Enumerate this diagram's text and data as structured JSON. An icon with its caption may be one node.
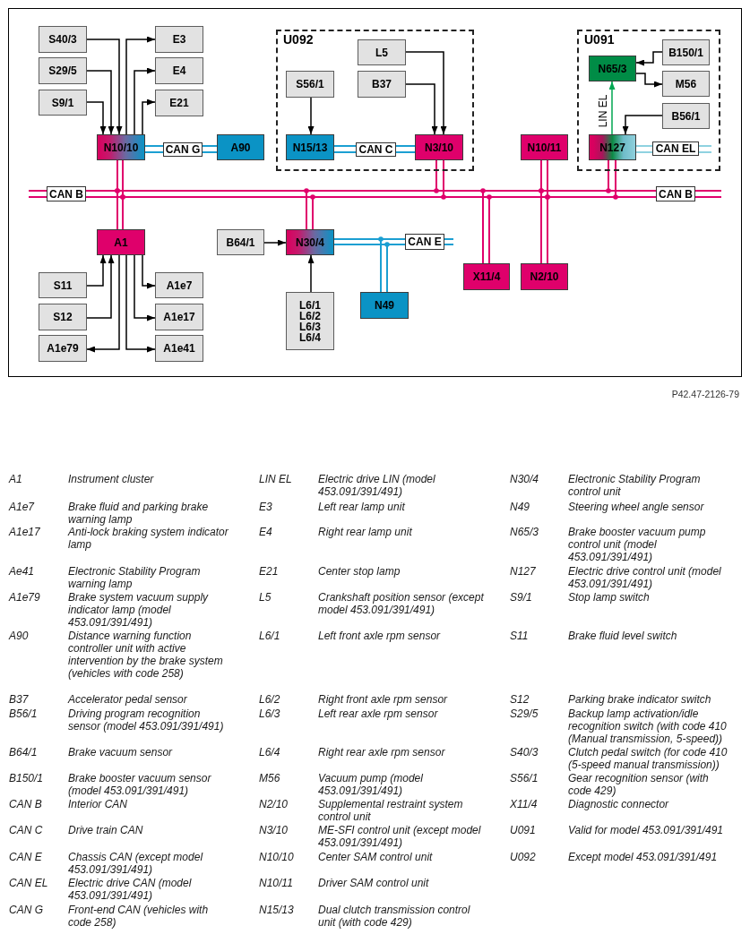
{
  "diagram": {
    "nodes": [
      {
        "text": [
          "S40/3"
        ]
      },
      {
        "text": [
          "E3"
        ]
      },
      {
        "text": [
          "U092"
        ]
      },
      {
        "text": [
          "U091"
        ]
      },
      {
        "text": [
          "L5"
        ],
        "in": 2
      },
      {
        "text": [
          "B150/1"
        ],
        "in": 3
      },
      {
        "text": [
          "N65/3"
        ],
        "in": 3
      },
      {
        "text": [
          "S29/5"
        ]
      },
      {
        "text": [
          "E4"
        ]
      },
      {
        "text": [
          "S56/1"
        ],
        "in": 2
      },
      {
        "text": [
          "B37"
        ],
        "in": 2
      },
      {
        "text": [
          "M56"
        ],
        "in": 3
      },
      {
        "text": [
          "S9/1"
        ]
      },
      {
        "text": [
          "E21"
        ]
      },
      {
        "text": [
          "B56/1"
        ],
        "in": 3
      },
      {
        "text": [
          "N10/10"
        ]
      },
      {
        "text": [
          "CAN G"
        ]
      },
      {
        "text": [
          "A90"
        ]
      },
      {
        "text": [
          "N15/13"
        ],
        "in": 2
      },
      {
        "text": [
          "CAN C"
        ],
        "in": 2
      },
      {
        "text": [
          "N3/10"
        ],
        "in": 2
      },
      {
        "text": [
          "N10/11"
        ]
      },
      {
        "text": [
          "N127"
        ],
        "in": 3
      },
      {
        "text": [
          "CAN EL"
        ],
        "in": 3
      },
      {
        "text": [
          "CAN B",
          "CAN B"
        ]
      },
      {
        "text": [
          "A1"
        ]
      },
      {
        "text": [
          "B64/1"
        ]
      },
      {
        "text": [
          "N30/4"
        ]
      },
      {
        "text": [
          "CAN E"
        ]
      },
      {
        "text": [
          "X11/4"
        ]
      },
      {
        "text": [
          "N2/10"
        ]
      },
      {
        "text": [
          "S11"
        ]
      },
      {
        "text": [
          "A1e7"
        ]
      },
      {
        "text": [
          "L6/1",
          "L6/2",
          "L6/3",
          "L6/4"
        ]
      },
      {
        "text": [
          "N49"
        ]
      },
      {
        "text": [
          "S12"
        ]
      },
      {
        "text": [
          "A1e17"
        ]
      },
      {
        "text": [
          "A1e79"
        ]
      },
      {
        "text": [
          "A1e41"
        ]
      }
    ],
    "edges": [
      {
        "from": 0,
        "to": 15,
        "arrow": "to"
      },
      {
        "from": 7,
        "to": 15,
        "arrow": "to"
      },
      {
        "from": 12,
        "to": 15,
        "arrow": "to"
      },
      {
        "from": 15,
        "to": 1,
        "arrow": "to"
      },
      {
        "from": 15,
        "to": 8,
        "arrow": "to"
      },
      {
        "from": 15,
        "to": 13,
        "arrow": "to"
      },
      {
        "from": 15,
        "to": 16,
        "arrow": "none",
        "color": "#1b9fd2"
      },
      {
        "from": 16,
        "to": 17,
        "arrow": "none",
        "color": "#1b9fd2"
      },
      {
        "from": 9,
        "to": 18,
        "arrow": "to"
      },
      {
        "from": 18,
        "to": 19,
        "arrow": "none",
        "color": "#1b9fd2"
      },
      {
        "from": 19,
        "to": 20,
        "arrow": "none",
        "color": "#1b9fd2"
      },
      {
        "from": 4,
        "to": 20,
        "arrow": "to"
      },
      {
        "from": 10,
        "to": 20,
        "arrow": "to"
      },
      {
        "from": 5,
        "to": 6,
        "arrow": "to"
      },
      {
        "from": 6,
        "to": 11,
        "arrow": "to"
      },
      {
        "from": 14,
        "to": 22,
        "arrow": "to"
      },
      {
        "from": 22,
        "to": 6,
        "arrow": "to",
        "label": "LIN EL",
        "color": "#00a651"
      },
      {
        "from": 22,
        "to": 23,
        "arrow": "none",
        "color": "#8fd2e0"
      },
      {
        "from": 15,
        "to": 24,
        "arrow": "none",
        "color": "#e0006c"
      },
      {
        "from": 20,
        "to": 24,
        "arrow": "none",
        "color": "#e0006c"
      },
      {
        "from": 21,
        "to": 24,
        "arrow": "none",
        "color": "#e0006c"
      },
      {
        "from": 22,
        "to": 24,
        "arrow": "none",
        "color": "#e0006c"
      },
      {
        "from": 25,
        "to": 24,
        "arrow": "none",
        "color": "#e0006c"
      },
      {
        "from": 27,
        "to": 24,
        "arrow": "none",
        "color": "#e0006c"
      },
      {
        "from": 29,
        "to": 24,
        "arrow": "none",
        "color": "#e0006c"
      },
      {
        "from": 30,
        "to": 24,
        "arrow": "none",
        "color": "#e0006c"
      },
      {
        "from": 31,
        "to": 25,
        "arrow": "to"
      },
      {
        "from": 35,
        "to": 25,
        "arrow": "to"
      },
      {
        "from": 25,
        "to": 32,
        "arrow": "to"
      },
      {
        "from": 25,
        "to": 36,
        "arrow": "to"
      },
      {
        "from": 25,
        "to": 37,
        "arrow": "to"
      },
      {
        "from": 25,
        "to": 38,
        "arrow": "to"
      },
      {
        "from": 26,
        "to": 27,
        "arrow": "to"
      },
      {
        "from": 33,
        "to": 27,
        "arrow": "to"
      },
      {
        "from": 27,
        "to": 28,
        "arrow": "none",
        "color": "#1b9fd2"
      },
      {
        "from": 34,
        "to": 28,
        "arrow": "none",
        "color": "#1b9fd2"
      }
    ],
    "labels": [
      "P42.47-2126-79",
      "A1",
      "Instrument cluster",
      "LIN EL",
      "Electric drive LIN (model 453.091/391/491)",
      "N30/4",
      "Electronic Stability Program control unit",
      "A1e7",
      "Brake fluid and parking brake warning lamp",
      "E3",
      "Left rear lamp unit",
      "N49",
      "Steering wheel angle sensor",
      "A1e17",
      "Anti-lock braking system indicator lamp",
      "E4",
      "Right rear lamp unit",
      "N65/3",
      "Brake booster vacuum pump control unit (model 453.091/391/491)",
      "Ae41",
      "Electronic Stability Program warning lamp",
      "E21",
      "Center stop lamp",
      "N127",
      "Electric drive control unit (model 453.091/391/491)",
      "A1e79",
      "Brake system vacuum supply indicator lamp (model 453.091/391/491)",
      "L5",
      "Crankshaft position sensor (except model 453.091/391/491)",
      "S9/1",
      "Stop lamp switch",
      "A90",
      "Distance warning function controller unit with active intervention by the brake system (vehicles with code 258)",
      "L6/1",
      "Left front axle rpm sensor",
      "S11",
      "Brake fluid level switch",
      "B37",
      "Accelerator pedal sensor",
      "L6/2",
      "Right front axle rpm sensor",
      "S12",
      "Parking brake indicator switch",
      "B56/1",
      "Driving program recognition sensor (model 453.091/391/491)",
      "L6/3",
      "Left rear axle rpm sensor",
      "S29/5",
      "Backup lamp activation/idle recognition switch (with code 410 (Manual transmission, 5-speed))",
      "B64/1",
      "Brake vacuum sensor",
      "L6/4",
      "Right rear axle rpm sensor",
      "S40/3",
      "Clutch pedal switch (for code 410 (5-speed manual transmission))",
      "B150/1",
      "Brake booster vacuum sensor (model 453.091/391/491)",
      "M56",
      "Vacuum pump (model 453.091/391/491)",
      "S56/1",
      "Gear recognition sensor (with code 429)",
      "CAN B",
      "Interior CAN",
      "N2/10",
      "Supplemental restraint system control unit",
      "X11/4",
      "Diagnostic connector",
      "CAN C",
      "Drive train CAN",
      "N3/10",
      "ME-SFI control unit (except model 453.091/391/491)",
      "U091",
      "Valid for model 453.091/391/491",
      "CAN E",
      "Chassis CAN (except model 453.091/391/491)",
      "N10/10",
      "Center SAM control unit",
      "U092",
      "Except model 453.091/391/491",
      "CAN EL",
      "Electric drive CAN (model 453.091/391/491)",
      "N10/11",
      "Driver SAM control unit",
      "CAN G",
      "Front-end CAN (vehicles with code 258)",
      "N15/13",
      "Dual clutch transmission control unit (with code 429)"
    ]
  }
}
